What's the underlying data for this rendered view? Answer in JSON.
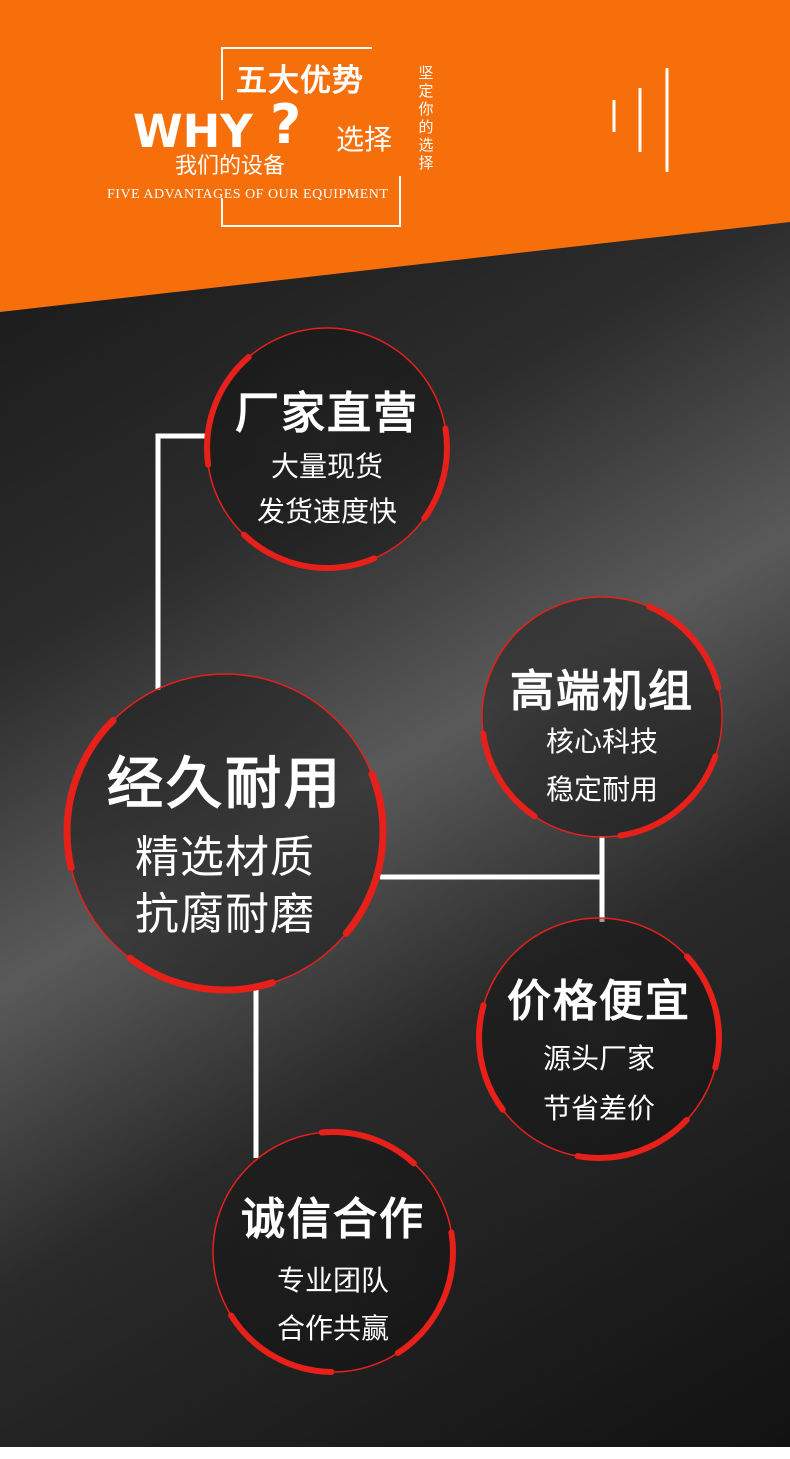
{
  "header": {
    "headline": "五大优势",
    "why": "WHY",
    "question_mark": "?",
    "subline": "我们的设备",
    "choose": "选择",
    "vertical_text": [
      "坚",
      "定",
      "你",
      "的",
      "选",
      "择"
    ],
    "english": "FIVE ADVANTAGES OF OUR EQUIPMENT"
  },
  "advantages": [
    {
      "title": "厂家直营",
      "line1": "大量现货",
      "line2": "发货速度快"
    },
    {
      "title": "高端机组",
      "line1": "核心科技",
      "line2": "稳定耐用"
    },
    {
      "title": "经久耐用",
      "line1": "精选材质",
      "line2": "抗腐耐磨"
    },
    {
      "title": "价格便宜",
      "line1": "源头厂家",
      "line2": "节省差价"
    },
    {
      "title": "诚信合作",
      "line1": "专业团队",
      "line2": "合作共赢"
    }
  ],
  "colors": {
    "header_orange": "#f76f0b",
    "ring_red": "#e8201a",
    "text": "#ffffff"
  }
}
